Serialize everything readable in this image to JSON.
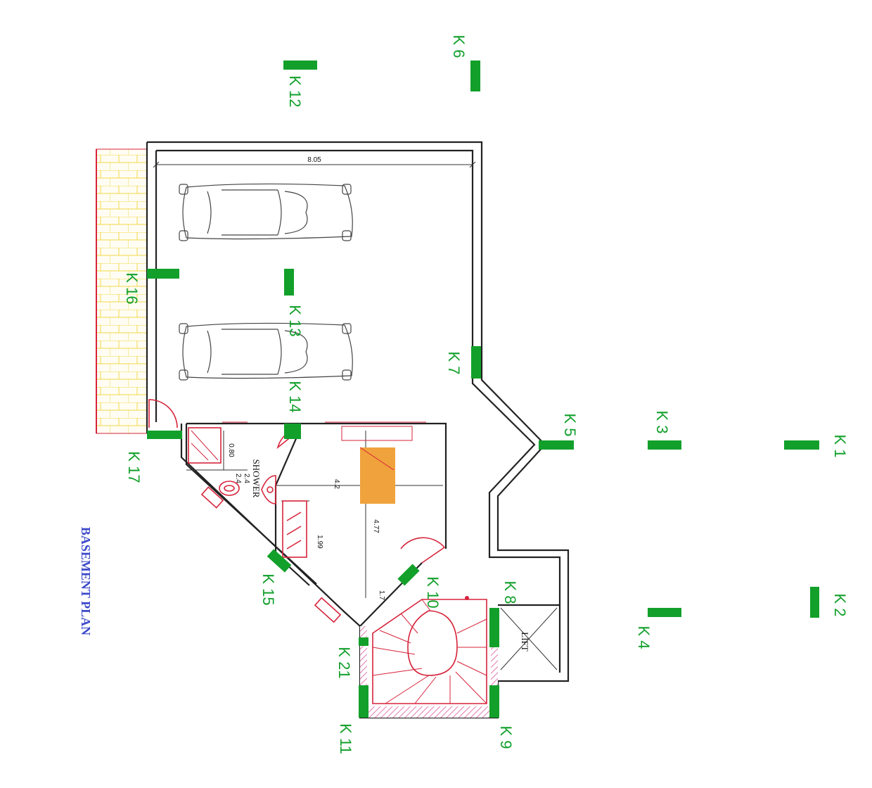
{
  "plan_title": "BASEMENT PLAN",
  "room_labels": {
    "shower": "SHOWER",
    "lift": "LIFT"
  },
  "dimensions": {
    "garage_width": "8.05",
    "shower_depth": "0.80",
    "bath_a": "2.4",
    "bath_b": "2.4",
    "room_width": "4.2",
    "room_length": "4.77",
    "store_length": "1.99",
    "stair_note": "1.7"
  },
  "columns": {
    "k1": "K 1",
    "k2": "K 2",
    "k3": "K 3",
    "k4": "K 4",
    "k5": "K 5",
    "k6": "K 6",
    "k7": "K 7",
    "k8": "K 8",
    "k9": "K 9",
    "k10": "K 10",
    "k11": "K 11",
    "k12": "K 12",
    "k13": "K 13",
    "k14": "K 14",
    "k15": "K 15",
    "k16": "K 16",
    "k17": "K 17",
    "k21": "K 21"
  },
  "colors": {
    "column_green": "#12a02b",
    "fixture_red": "#d6233a",
    "paving_yellow": "#f2d64a",
    "stair_fill": "#f0a23c",
    "title_blue": "#3b49c9",
    "hatch_pink": "#e27bb0"
  }
}
